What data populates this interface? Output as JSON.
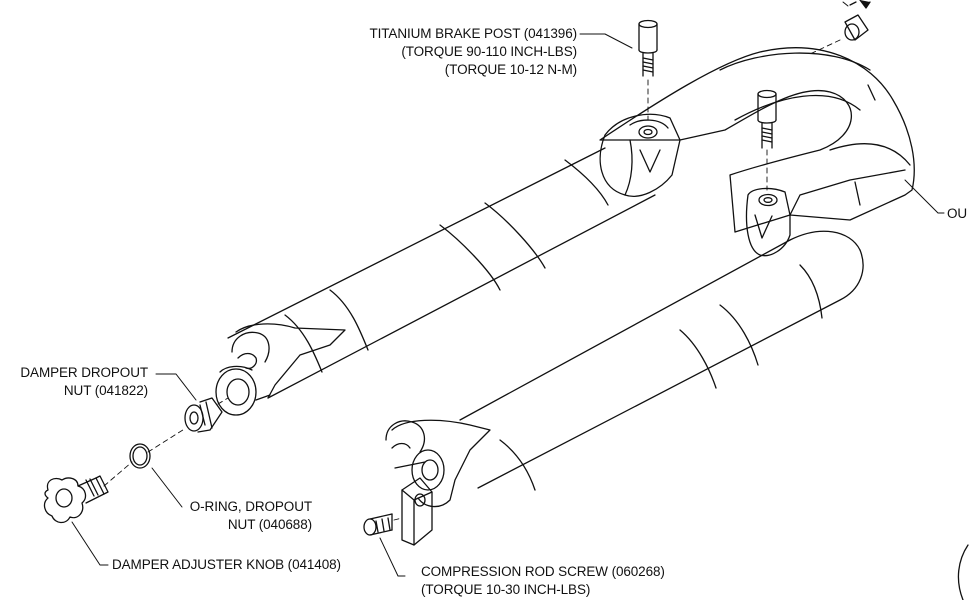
{
  "callouts": {
    "brake_post": {
      "line1": "TITANIUM BRAKE POST (041396)",
      "line2": "(TORQUE 90-110 INCH-LBS)",
      "line3": "(TORQUE 10-12 N-M)"
    },
    "outer": {
      "line1": "OU"
    },
    "damper_nut": {
      "line1": "DAMPER DROPOUT",
      "line2": "NUT (041822)"
    },
    "oring": {
      "line1": "O-RING, DROPOUT",
      "line2": "NUT (040688)"
    },
    "knob": {
      "line1": "DAMPER ADJUSTER KNOB (041408)"
    },
    "comp_screw": {
      "line1": "COMPRESSION ROD SCREW (060268)",
      "line2": "(TORQUE 10-30 INCH-LBS)"
    }
  }
}
